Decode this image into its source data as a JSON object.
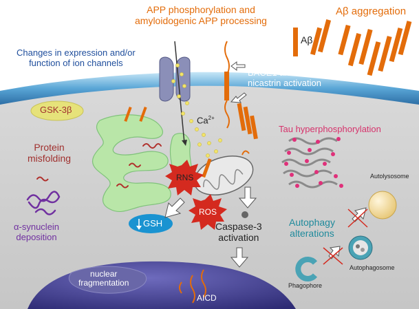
{
  "labels": {
    "app_phosphorylation": "APP phosphorylation and\namyloidogenic APP processing",
    "abeta_aggregation": "Aβ aggregation",
    "abeta": "Aβ",
    "ion_channels": "Changes in expression and/or\nfunction of ion channels",
    "bace1": "BACE1 and\nnicastrin activation",
    "gsk3b": "GSK-3β",
    "calcium": "Ca",
    "calcium_sup": "2+",
    "tau": "Tau hyperphosphorylation",
    "protein_misfolding": "Protein\nmisfolding",
    "autolysosome": "Autolysosome",
    "rns": "RNS",
    "ros": "ROS",
    "gsh": "GSH",
    "caspase": "Caspase-3\nactivation",
    "autophagy": "Autophagy\nalterations",
    "synuclein": "α-synuclein\ndeposition",
    "nuclear": "nuclear\nfragmentation",
    "aicd": "AICD",
    "phagophore": "Phagophore",
    "autophagosome": "Autophagosome"
  },
  "colors": {
    "orange": "#e36c0a",
    "membrane": "#5aa6d6",
    "er": "#b9e6a8",
    "nucleus": "#3f3e8c",
    "starburst": "#d42a1f",
    "gsh": "#1a93d1",
    "tau_dot": "#e0307a"
  }
}
